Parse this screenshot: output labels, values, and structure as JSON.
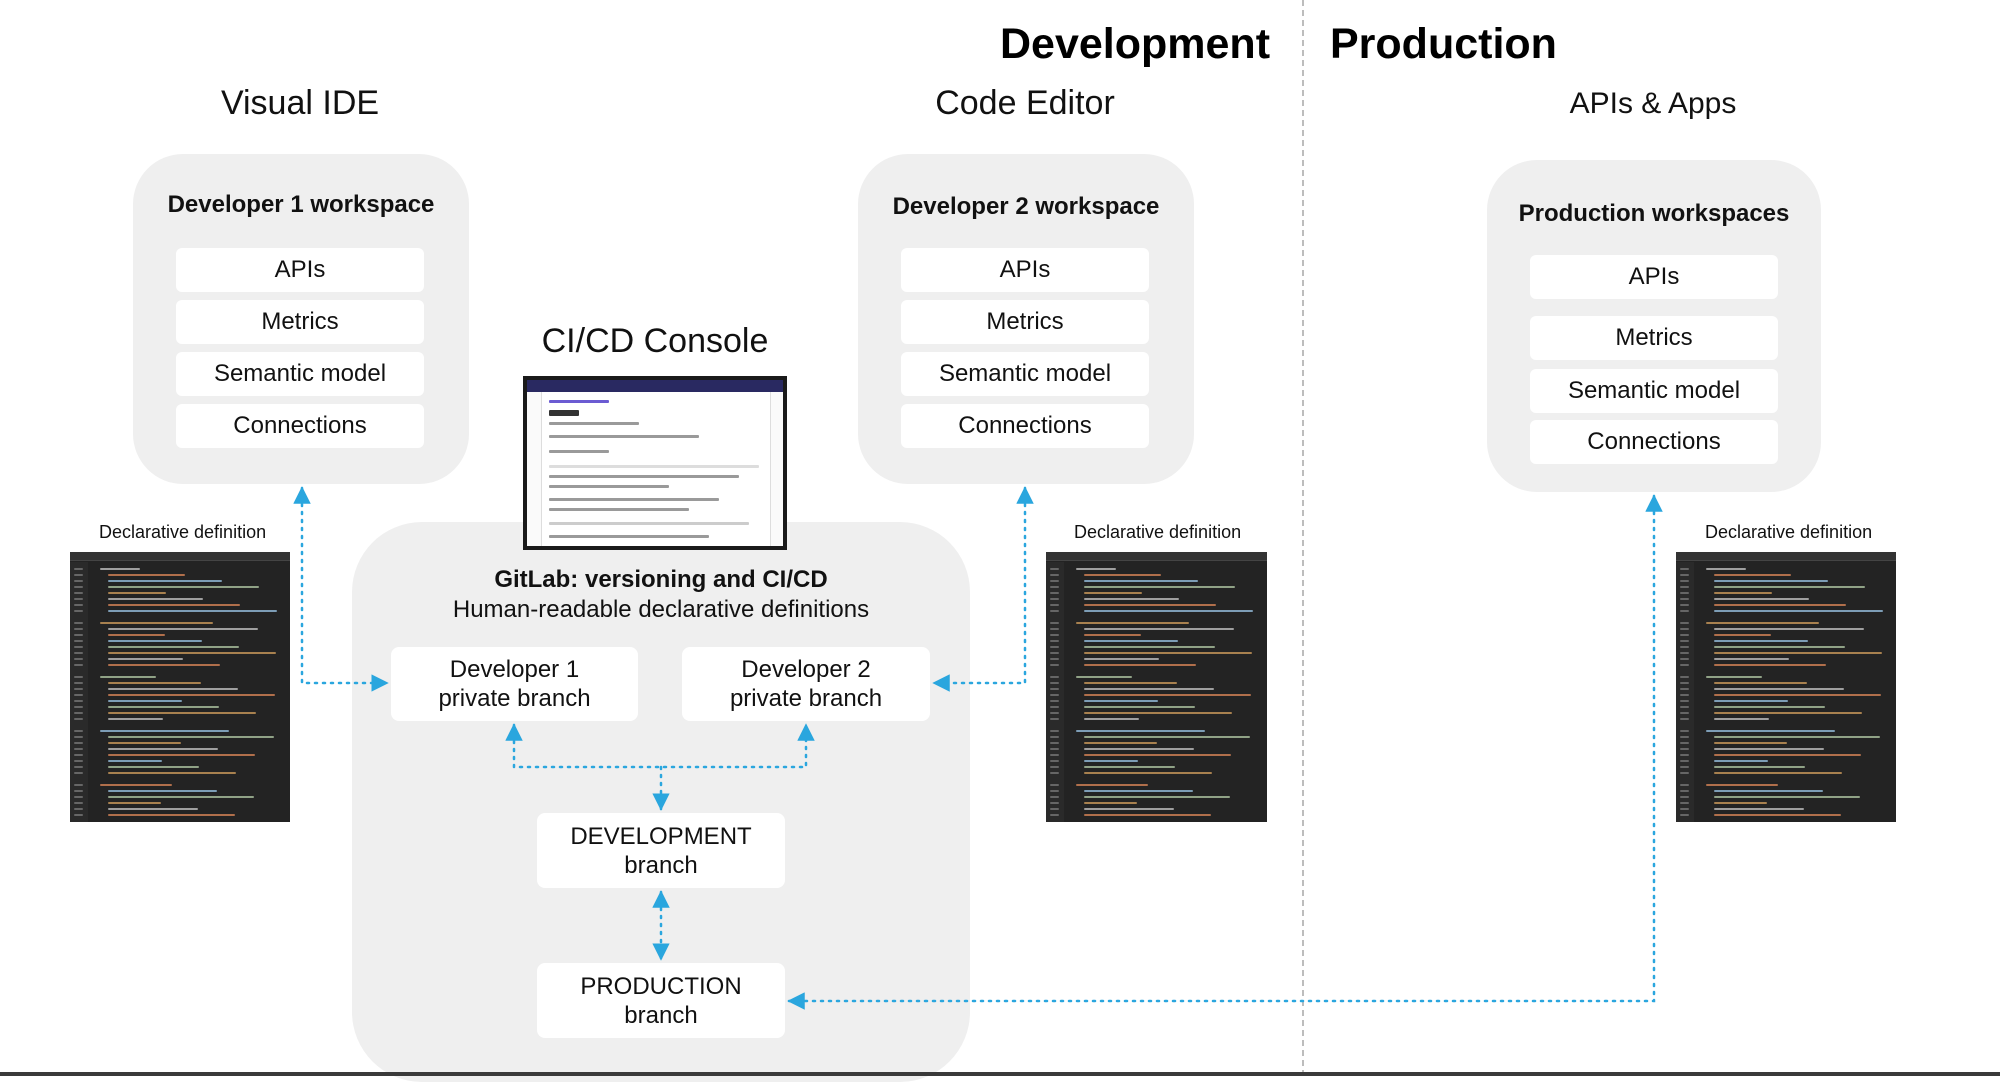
{
  "headers": {
    "development": "Development",
    "production": "Production"
  },
  "columns": {
    "visual_ide": "Visual IDE",
    "code_editor": "Code Editor",
    "apis_apps": "APIs & Apps",
    "cicd_console": "CI/CD Console"
  },
  "workspaces": {
    "dev1": {
      "title": "Developer 1 workspace",
      "items": [
        "APIs",
        "Metrics",
        "Semantic model",
        "Connections"
      ]
    },
    "dev2": {
      "title": "Developer 2 workspace",
      "items": [
        "APIs",
        "Metrics",
        "Semantic model",
        "Connections"
      ]
    },
    "prod": {
      "title": "Production workspaces",
      "items": [
        "APIs",
        "Metrics",
        "Semantic model",
        "Connections"
      ]
    }
  },
  "gitlab": {
    "title": "GitLab: versioning and CI/CD",
    "subtitle": "Human-readable declarative definitions",
    "branches": {
      "dev1": [
        "Developer 1",
        "private branch"
      ],
      "dev2": [
        "Developer 2",
        "private branch"
      ],
      "development": [
        "DEVELOPMENT",
        "branch"
      ],
      "production": [
        "PRODUCTION",
        "branch"
      ]
    }
  },
  "declarative_label": "Declarative definition",
  "colors": {
    "arrow": "#2aa6de",
    "box": "#efefef",
    "code_bg": "#232323"
  }
}
